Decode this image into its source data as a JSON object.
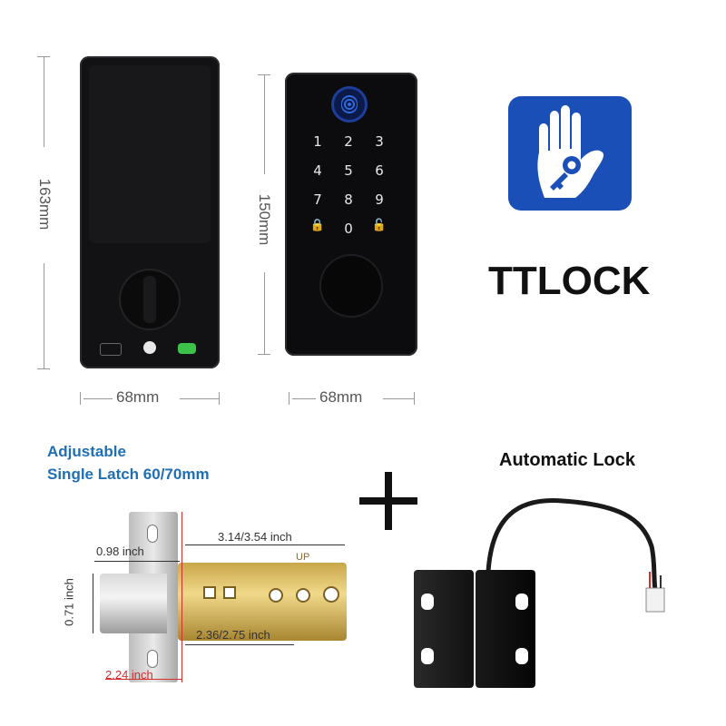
{
  "dimensions": {
    "back_height": "163mm",
    "front_height": "150mm",
    "back_width": "68mm",
    "front_width": "68mm"
  },
  "keypad": {
    "keys": [
      "1",
      "2",
      "3",
      "4",
      "5",
      "6",
      "7",
      "8",
      "9",
      "🔒",
      "0",
      "🔓"
    ]
  },
  "brand": {
    "name": "TTLOCK",
    "logo_color": "#1a4fb8",
    "logo_icon": "hand-key-icon"
  },
  "latch": {
    "heading_line1": "Adjustable",
    "heading_line2": "Single Latch 60/70mm",
    "dim_backset": "3.14/3.54 inch",
    "dim_098": "0.98 inch",
    "dim_071": "0.71 inch",
    "dim_short": "2.36/2.75 inch",
    "dim_plate": "2.24 inch",
    "stamp": "UP"
  },
  "plus_sign": "+",
  "sensor": {
    "label": "Automatic Lock"
  }
}
